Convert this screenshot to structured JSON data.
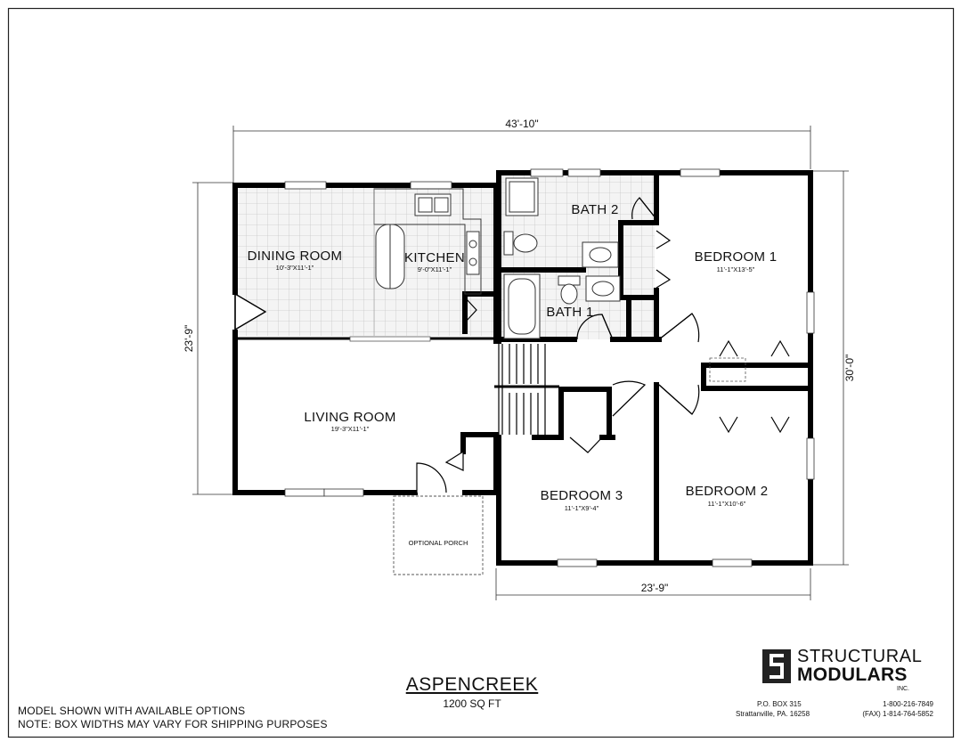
{
  "plan": {
    "overall_width": "43'-10\"",
    "left_depth": "23'-9\"",
    "right_depth": "30'-0\"",
    "bottom_width": "23'-9\"",
    "optional_porch": "OPTIONAL PORCH"
  },
  "rooms": {
    "dining": {
      "name": "DINING ROOM",
      "dims": "10'-3\"X11'-1\""
    },
    "kitchen": {
      "name": "KITCHEN",
      "dims": "9'-0\"X11'-1\""
    },
    "bath2": {
      "name": "BATH 2"
    },
    "bath1": {
      "name": "BATH 1"
    },
    "bedroom1": {
      "name": "BEDROOM 1",
      "dims": "11'-1\"X13'-5\""
    },
    "living": {
      "name": "LIVING ROOM",
      "dims": "19'-3\"X11'-1\""
    },
    "bedroom3": {
      "name": "BEDROOM 3",
      "dims": "11'-1\"X9'-4\""
    },
    "bedroom2": {
      "name": "BEDROOM 2",
      "dims": "11'-1\"X10'-6\""
    }
  },
  "title": {
    "name": "ASPENCREEK",
    "sqft": "1200 SQ FT"
  },
  "notes": {
    "line1": "MODEL SHOWN WITH AVAILABLE OPTIONS",
    "line2": "NOTE: BOX WIDTHS MAY VARY FOR SHIPPING PURPOSES"
  },
  "company": {
    "line1": "STRUCTURAL",
    "line2": "MODULARS",
    "inc": "INC.",
    "po_box": "P.O. BOX 315",
    "city": "Strattanville, PA.  16258",
    "phone": "1-800-216-7849",
    "fax": "(FAX) 1-814-764-5852"
  }
}
